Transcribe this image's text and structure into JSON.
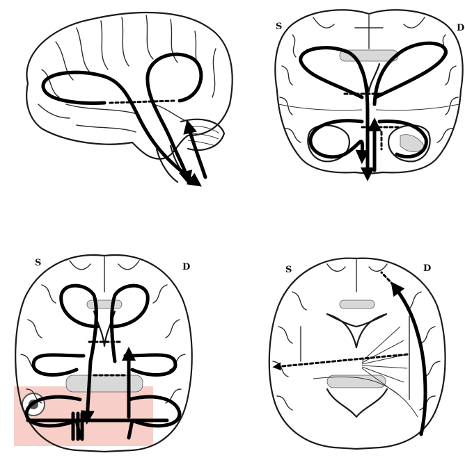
{
  "panels": {
    "top_right": {
      "left_label": "S",
      "right_label": "D"
    },
    "bottom_left": {
      "left_label": "S",
      "right_label": "D"
    },
    "bottom_right": {
      "left_label": "S",
      "right_label": "D"
    }
  },
  "colors": {
    "ink": "#000000",
    "highlight": "#f0a89a"
  }
}
